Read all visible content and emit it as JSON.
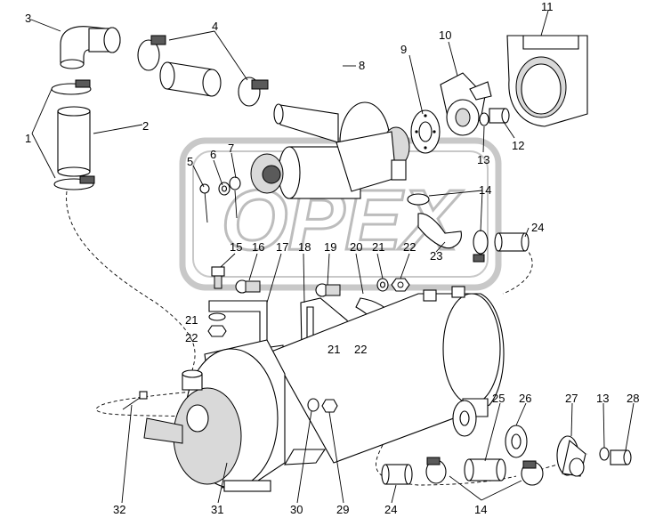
{
  "watermark": {
    "text": "OPEX"
  },
  "part_labels": [
    {
      "id": "l1",
      "text": "1"
    },
    {
      "id": "l2",
      "text": "2"
    },
    {
      "id": "l3",
      "text": "3"
    },
    {
      "id": "l4",
      "text": "4"
    },
    {
      "id": "l5",
      "text": "5"
    },
    {
      "id": "l6",
      "text": "6"
    },
    {
      "id": "l7",
      "text": "7"
    },
    {
      "id": "l8",
      "text": "8"
    },
    {
      "id": "l9",
      "text": "9"
    },
    {
      "id": "l10",
      "text": "10"
    },
    {
      "id": "l11",
      "text": "11"
    },
    {
      "id": "l12",
      "text": "12"
    },
    {
      "id": "l13a",
      "text": "13"
    },
    {
      "id": "l14a",
      "text": "14"
    },
    {
      "id": "l15",
      "text": "15"
    },
    {
      "id": "l16",
      "text": "16"
    },
    {
      "id": "l17",
      "text": "17"
    },
    {
      "id": "l18",
      "text": "18"
    },
    {
      "id": "l19",
      "text": "19"
    },
    {
      "id": "l20",
      "text": "20"
    },
    {
      "id": "l21a",
      "text": "21"
    },
    {
      "id": "l22a",
      "text": "22"
    },
    {
      "id": "l23",
      "text": "23"
    },
    {
      "id": "l24a",
      "text": "24"
    },
    {
      "id": "l21b",
      "text": "21"
    },
    {
      "id": "l22b",
      "text": "22"
    },
    {
      "id": "l21c",
      "text": "21"
    },
    {
      "id": "l22c",
      "text": "22"
    },
    {
      "id": "l25",
      "text": "25"
    },
    {
      "id": "l26",
      "text": "26"
    },
    {
      "id": "l27",
      "text": "27"
    },
    {
      "id": "l13b",
      "text": "13"
    },
    {
      "id": "l28",
      "text": "28"
    },
    {
      "id": "l32",
      "text": "32"
    },
    {
      "id": "l31",
      "text": "31"
    },
    {
      "id": "l30",
      "text": "30"
    },
    {
      "id": "l29",
      "text": "29"
    },
    {
      "id": "l24b",
      "text": "24"
    },
    {
      "id": "l14b",
      "text": "14"
    }
  ]
}
